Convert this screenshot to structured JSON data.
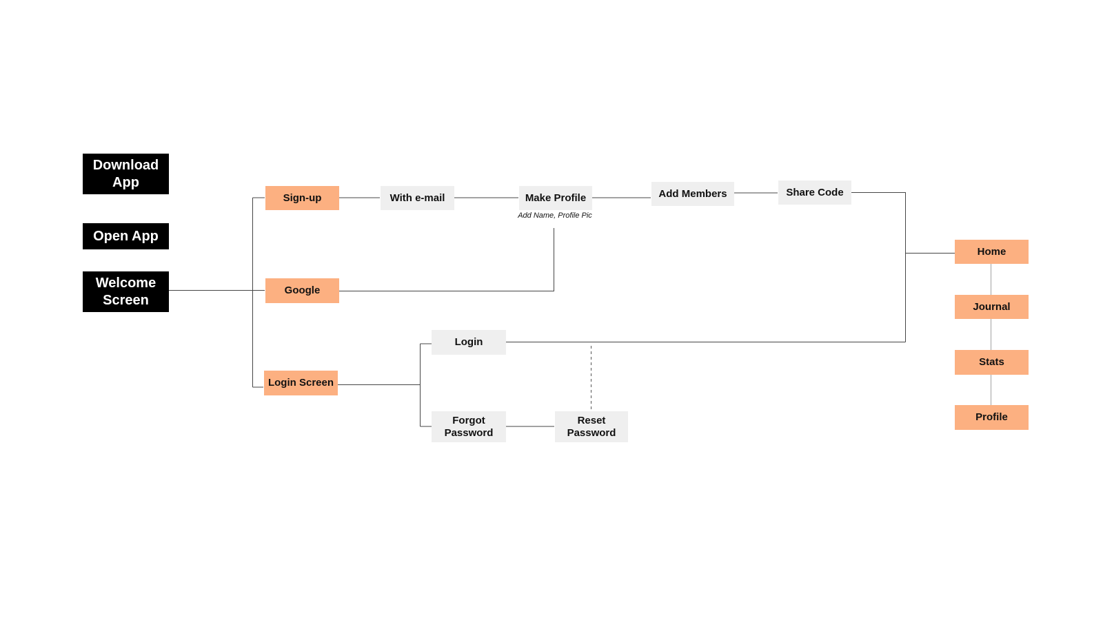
{
  "nodes": {
    "download_app": "Download\nApp",
    "open_app": "Open App",
    "welcome_screen": "Welcome\nScreen",
    "sign_up": "Sign-up",
    "google": "Google",
    "login_screen": "Login Screen",
    "with_email": "With e-mail",
    "make_profile": "Make Profile",
    "make_profile_note": "Add Name, Profile Pic",
    "add_members": "Add Members",
    "share_code": "Share Code",
    "login": "Login",
    "forgot_password": "Forgot\nPassword",
    "reset_password": "Reset\nPassword",
    "home": "Home",
    "journal": "Journal",
    "stats": "Stats",
    "profile": "Profile"
  },
  "colors": {
    "start_node": "#000000",
    "primary_node": "#fcb081",
    "secondary_node": "#efefef",
    "connector": "#444444",
    "tab_connector": "#bbbbbb"
  }
}
